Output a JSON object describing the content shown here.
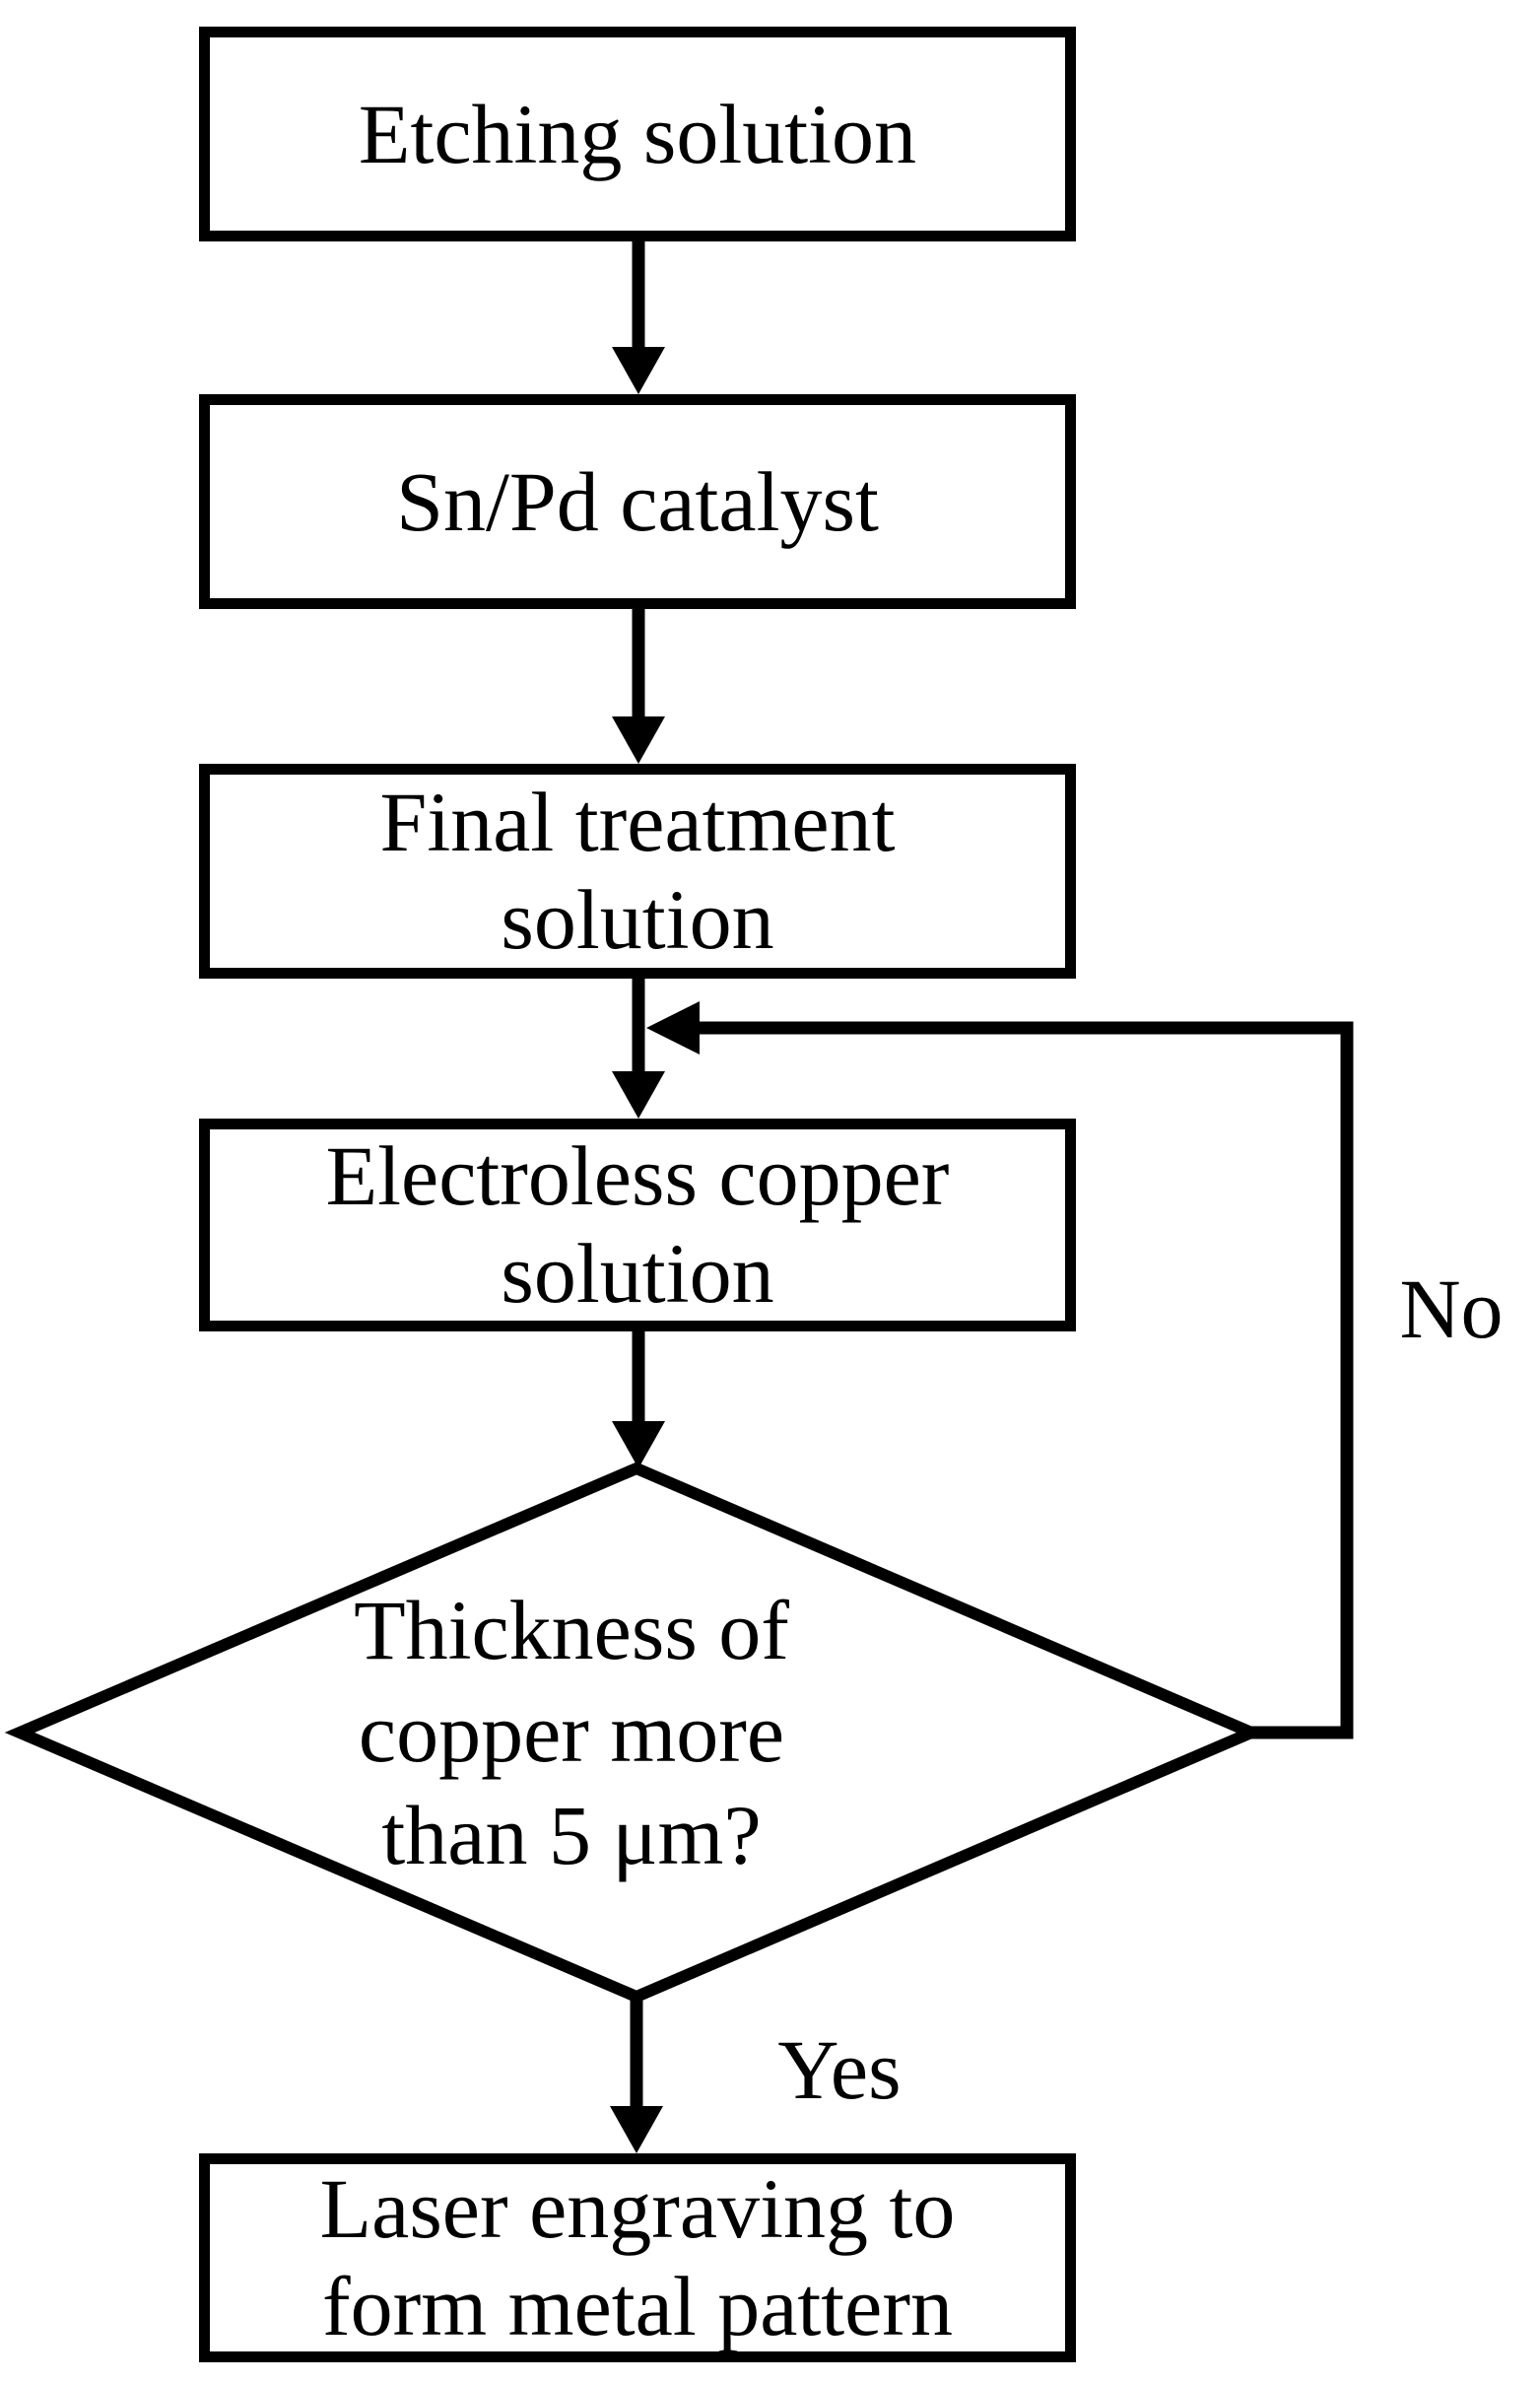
{
  "flowchart": {
    "colors": {
      "line": "#000000",
      "background": "#ffffff"
    },
    "boxes": [
      {
        "lines": [
          "Etching solution"
        ]
      },
      {
        "lines": [
          "Sn/Pd catalyst"
        ]
      },
      {
        "lines": [
          "Final treatment",
          "solution"
        ]
      },
      {
        "lines": [
          "Electroless copper",
          "solution"
        ]
      },
      {
        "lines": [
          "Laser engraving to",
          "form metal pattern"
        ]
      }
    ],
    "decision": {
      "lines": [
        "Thickness of",
        "copper more",
        "than 5 μm?"
      ]
    },
    "edge_labels": {
      "no": "No",
      "yes": "Yes"
    }
  }
}
